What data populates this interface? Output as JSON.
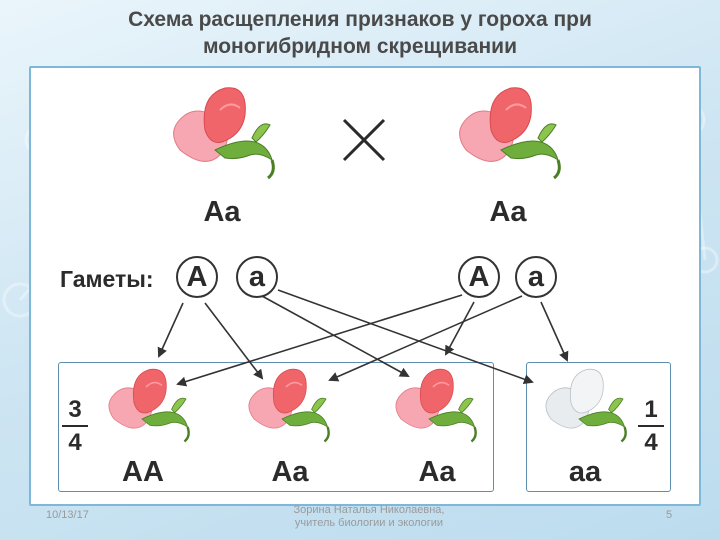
{
  "title": {
    "line1": "Схема расщепления признаков у гороха при",
    "line2": "моногибридном скрещивании"
  },
  "parents": {
    "left_genotype": "Aa",
    "right_genotype": "Aa"
  },
  "gametes": {
    "label": "Гаметы:",
    "parent1": [
      "A",
      "a"
    ],
    "parent2": [
      "A",
      "a"
    ]
  },
  "offspring": {
    "genotypes": [
      "AA",
      "Aa",
      "Aa",
      "aa"
    ],
    "dominant_fraction": {
      "numerator": "3",
      "denominator": "4"
    },
    "recessive_fraction": {
      "numerator": "1",
      "denominator": "4"
    }
  },
  "footer": {
    "date": "10/13/17",
    "author_line1": "Зорина Наталья Николаевна,",
    "author_line2": "учитель биологии и экологии",
    "page": "5"
  },
  "colors": {
    "flower_red": "#f0656a",
    "flower_white": "#f2f4f6",
    "leaf_green": "#6fae3c",
    "arrow": "#333333",
    "frame_blue": "#7fb7d9"
  }
}
